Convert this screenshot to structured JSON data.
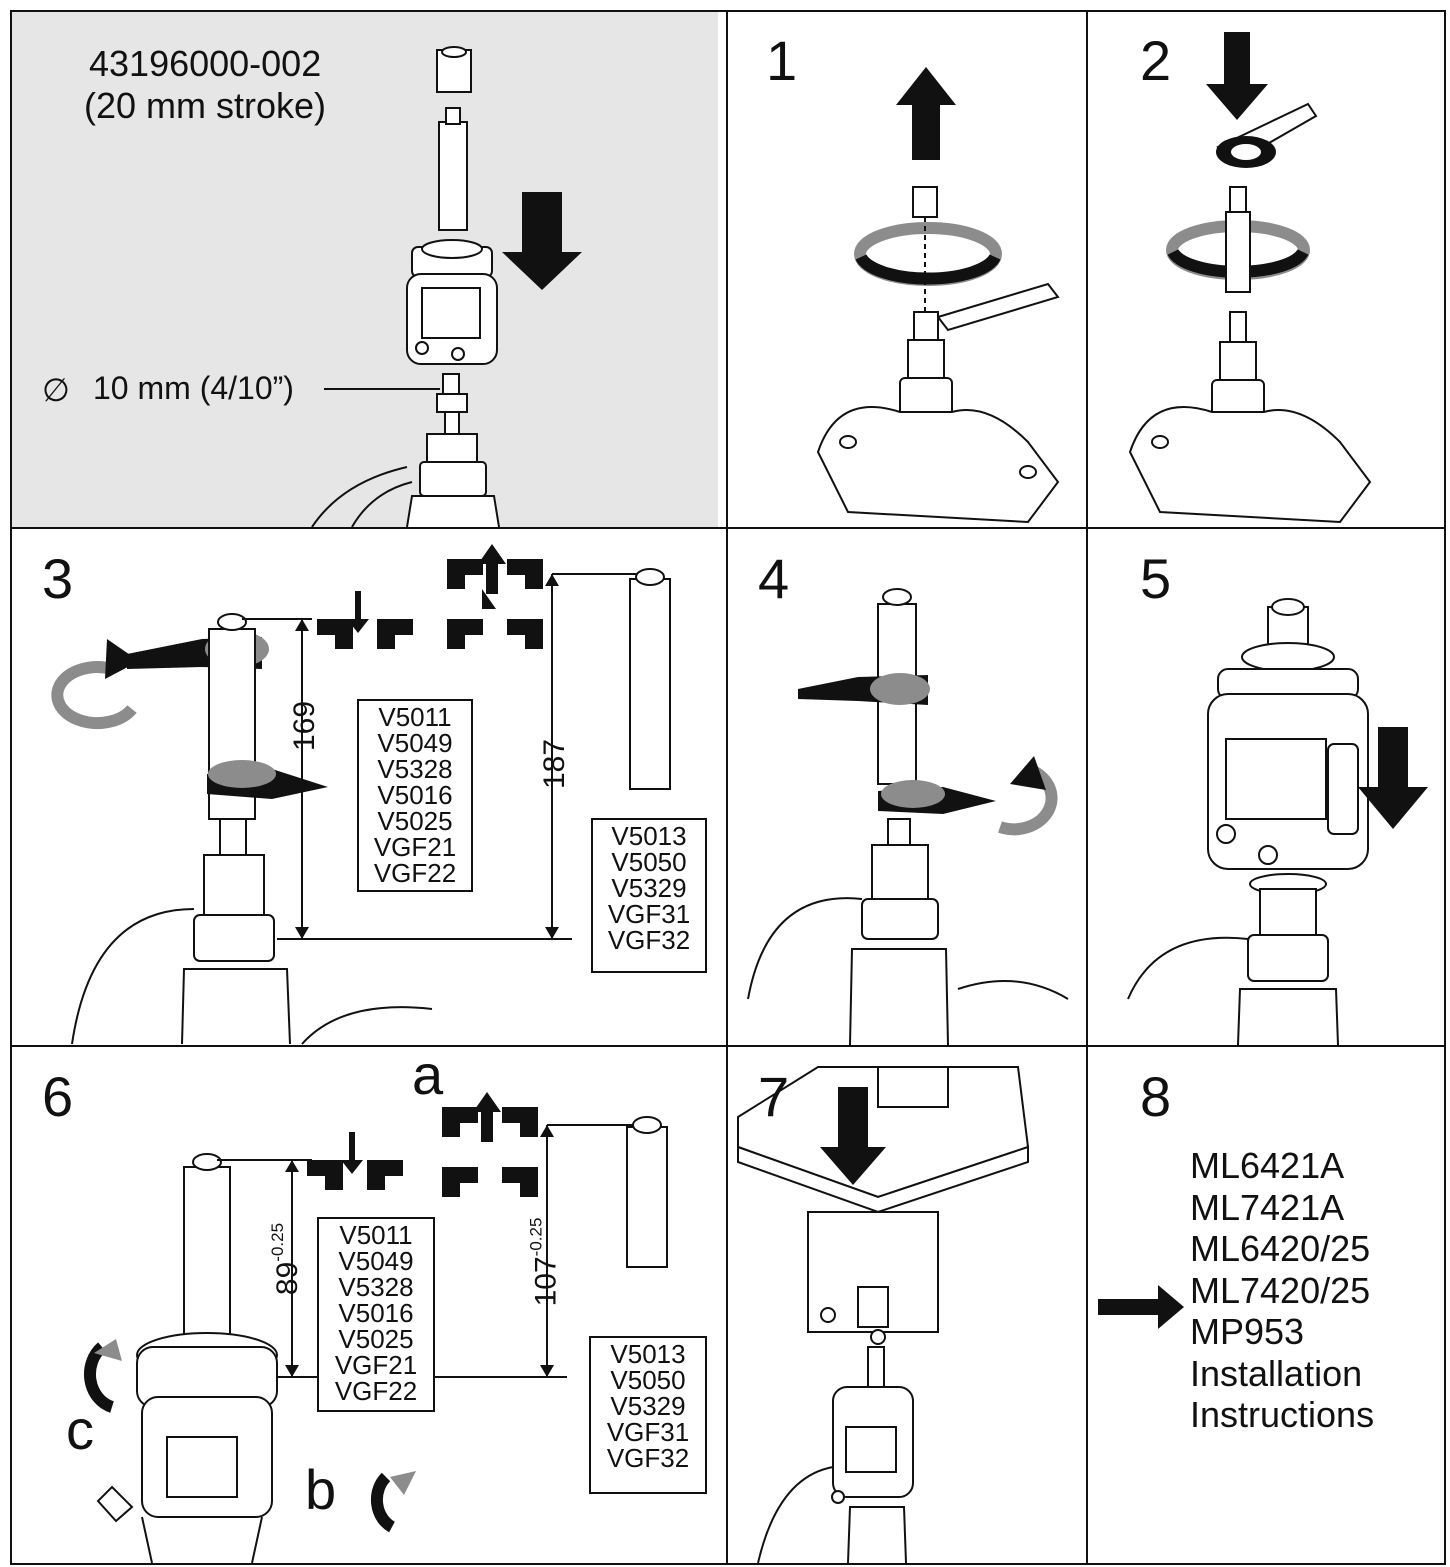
{
  "panel0": {
    "part_number": "43196000-002",
    "stroke": "(20 mm stroke)",
    "diameter_symbol": "∅",
    "diameter": "10 mm (4/10”)"
  },
  "steps": {
    "s1": "1",
    "s2": "2",
    "s3": "3",
    "s4": "4",
    "s5": "5",
    "s6": "6",
    "s7": "7",
    "s8": "8"
  },
  "step3": {
    "dim_short": "169",
    "dim_long": "187",
    "list_short": [
      "V5011",
      "V5049",
      "V5328",
      "V5016",
      "V5025",
      "VGF21",
      "VGF22"
    ],
    "list_long": [
      "V5013",
      "V5050",
      "V5329",
      "VGF31",
      "VGF32"
    ]
  },
  "step6": {
    "label_a": "a",
    "label_b": "b",
    "label_c": "c",
    "dim_short": "89",
    "dim_short_tol": "-0.25",
    "dim_long": "107",
    "dim_long_tol": "-0.25",
    "list_short": [
      "V5011",
      "V5049",
      "V5328",
      "V5016",
      "V5025",
      "VGF21",
      "VGF22"
    ],
    "list_long": [
      "V5013",
      "V5050",
      "V5329",
      "VGF31",
      "VGF32"
    ]
  },
  "step8": {
    "items": [
      "ML6421A",
      "ML7421A",
      "ML6420/25",
      "ML7420/25",
      "MP953",
      "Installation",
      "Instructions"
    ]
  },
  "icons": [
    "arrow-down-icon",
    "arrow-up-icon",
    "rotate-icon",
    "wrench-icon",
    "valve-icon",
    "actuator-icon",
    "arrow-right-icon"
  ],
  "colors": {
    "panel0_background": "#e6e6e6",
    "arrows": "#111111",
    "rotation_arrows": "#8c8c8c"
  }
}
